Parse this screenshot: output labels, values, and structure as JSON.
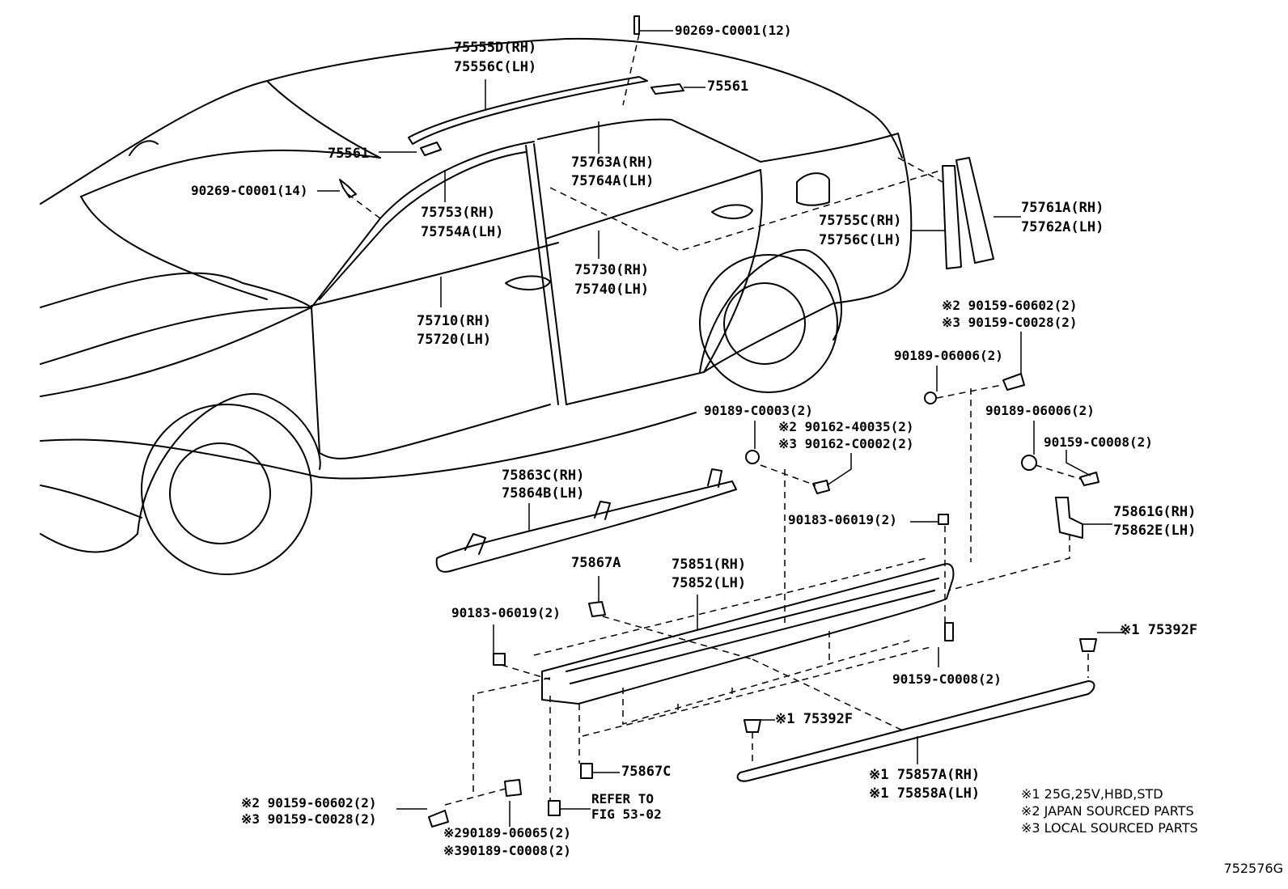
{
  "labels": {
    "l90269_12": "90269-C0001(12)",
    "l75555D": "75555D(RH)",
    "l75556C": "75556C(LH)",
    "l75561_top": "75561",
    "l75561_left": "75561",
    "l90269_14": "90269-C0001(14)",
    "l75763A": "75763A(RH)",
    "l75764A": "75764A(LH)",
    "l75753": "75753(RH)",
    "l75754A": "75754A(LH)",
    "l75755C": "75755C(RH)",
    "l75756C": "75756C(LH)",
    "l75761A": "75761A(RH)",
    "l75762A": "75762A(LH)",
    "l75730": "75730(RH)",
    "l75740": "75740(LH)",
    "l75710": "75710(RH)",
    "l75720": "75720(LH)",
    "l2_90159_60602_top": "※2 90159-60602(2)",
    "l3_90159_C0028_top": "※3 90159-C0028(2)",
    "l90189_06006_a": "90189-06006(2)",
    "l90189_06006_b": "90189-06006(2)",
    "l90189_C0003": "90189-C0003(2)",
    "l2_90162_40035": "※2 90162-40035(2)",
    "l3_90162_C0002": "※3 90162-C0002(2)",
    "l90159_C0008_a": "90159-C0008(2)",
    "l75863C": "75863C(RH)",
    "l75864B": "75864B(LH)",
    "l90183_06019_a": "90183-06019(2)",
    "l75861G": "75861G(RH)",
    "l75862E": "75862E(LH)",
    "l75867A": "75867A",
    "l75851": "75851(RH)",
    "l75852": "75852(LH)",
    "l90183_06019_b": "90183-06019(2)",
    "l1_75392F_right": "※1 75392F",
    "l90159_C0008_b": "90159-C0008(2)",
    "l1_75392F_mid": "※1 75392F",
    "l75867C": "75867C",
    "l1_75857A": "※1 75857A(RH)",
    "l1_75858A": "※1 75858A(LH)",
    "l2_90159_60602_bot": "※2  90159-60602(2)",
    "l3_90159_C0028_bot": "※3  90159-C0028(2)",
    "refer1": "REFER TO",
    "refer2": "FIG 53-02",
    "l2_90189_06065": "※290189-06065(2)",
    "l3_90189_C0008": "※390189-C0008(2)"
  },
  "legend": {
    "n1": "※1 25G,25V,HBD,STD",
    "n2": "※2 JAPAN SOURCED PARTS",
    "n3": "※3 LOCAL SOURCED PARTS"
  },
  "diagram_code": "752576G"
}
